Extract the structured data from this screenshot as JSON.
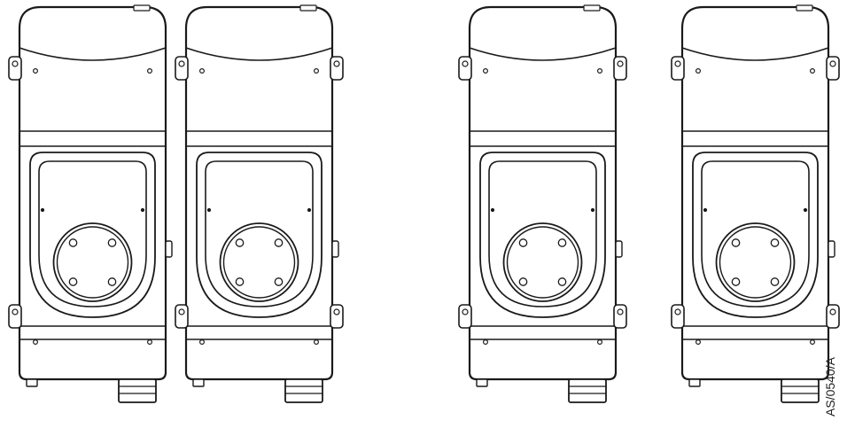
{
  "figure": {
    "reference_code": "AS/0540/A",
    "colors": {
      "stroke": "#1a1a1a",
      "fill": "#ffffff",
      "background": "#ffffff"
    },
    "units": [
      {
        "id": "unit-1",
        "group": "left-pair"
      },
      {
        "id": "unit-2",
        "group": "left-pair"
      },
      {
        "id": "unit-3",
        "group": "right-pair"
      },
      {
        "id": "unit-4",
        "group": "right-pair"
      }
    ]
  }
}
